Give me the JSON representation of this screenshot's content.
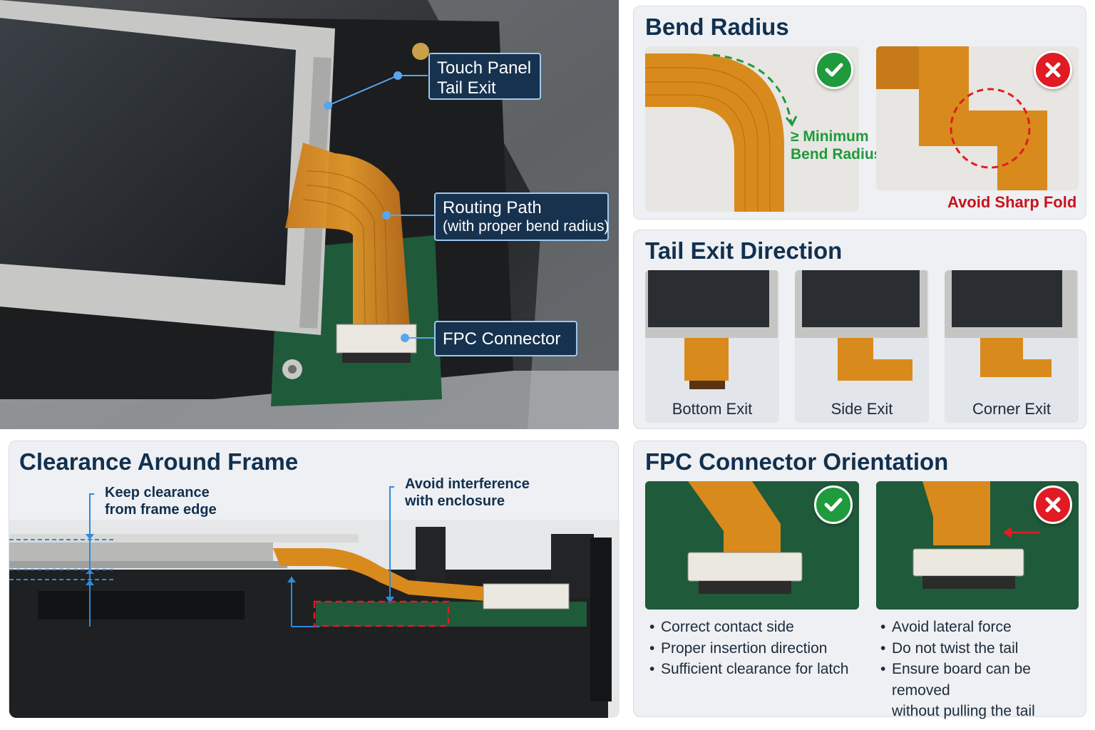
{
  "main_photo": {
    "callouts": [
      {
        "line1": "Touch Panel",
        "line2": "Tail Exit"
      },
      {
        "line1": "Routing Path",
        "line2": "(with proper bend radius)"
      },
      {
        "line1": "FPC Connector",
        "line2": ""
      }
    ]
  },
  "bend_radius": {
    "title": "Bend Radius",
    "good_label_line1": "≥ Minimum",
    "good_label_line2": "Bend Radius",
    "bad_caption": "Avoid Sharp Fold",
    "good_icon": "check-icon",
    "bad_icon": "cross-icon"
  },
  "tail_exit": {
    "title": "Tail Exit Direction",
    "options": [
      {
        "label": "Bottom Exit"
      },
      {
        "label": "Side Exit"
      },
      {
        "label": "Corner Exit"
      }
    ]
  },
  "clearance": {
    "title": "Clearance Around Frame",
    "note1_line1": "Keep clearance",
    "note1_line2": "from frame edge",
    "note2_line1": "Avoid interference",
    "note2_line2": "with enclosure"
  },
  "fpc_orientation": {
    "title": "FPC Connector Orientation",
    "good_bullets": [
      "Correct contact side",
      "Proper insertion direction",
      "Sufficient clearance for latch"
    ],
    "bad_bullets": [
      "Avoid lateral force",
      "Do not twist the tail",
      "Ensure board can be removed",
      "without pulling the tail"
    ]
  },
  "colors": {
    "title": "#12304f",
    "good": "#1f9a3c",
    "bad": "#e01b24",
    "bad_text": "#c8131c",
    "fpc": "#d98a1c",
    "pcb": "#1f5a3a"
  }
}
